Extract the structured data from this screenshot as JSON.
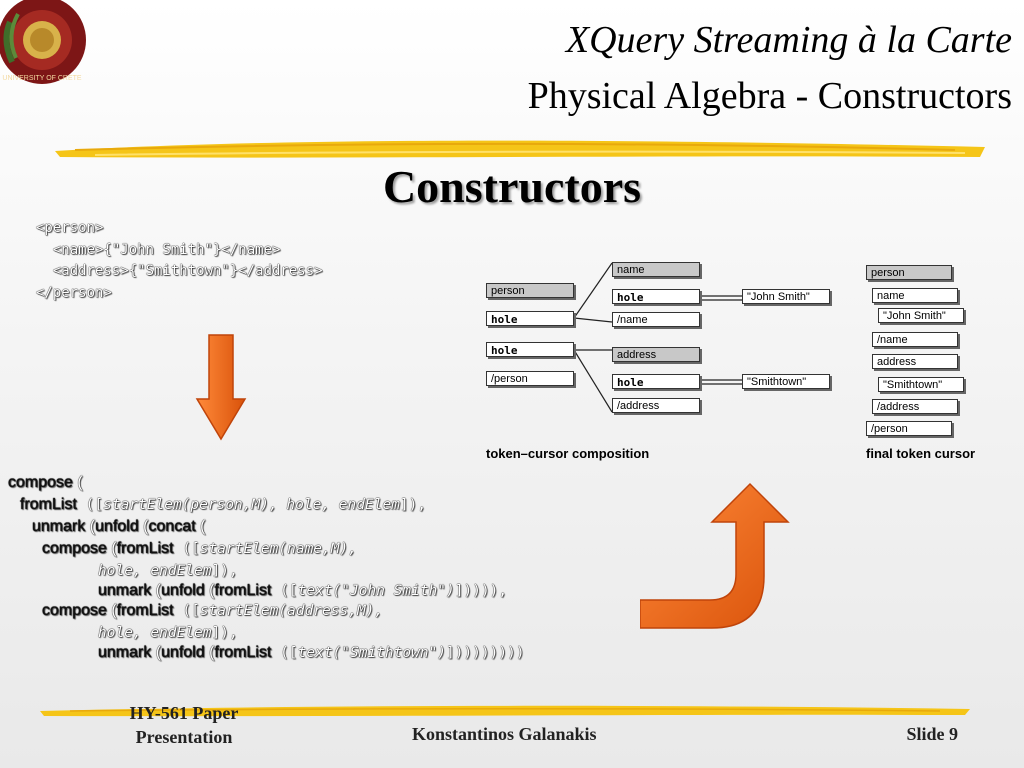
{
  "header": {
    "title_line1": "XQuery Streaming à la Carte",
    "title_line2": "Physical Algebra - Constructors",
    "logo_text": "UNIVERSITY OF CRETE"
  },
  "slide": {
    "heading": "Constructors"
  },
  "xml_code": {
    "lines": [
      "<person>",
      "  <name>{\"John Smith\"}</name>",
      "  <address>{\"Smithtown\"}</address>",
      "</person>"
    ]
  },
  "expression": {
    "l1_a": "compose",
    "l1_b": " (",
    "l2_a": "fromList",
    "l2_b": " ([",
    "l2_c": "startElem(person,M), hole, endElem",
    "l2_d": "]),",
    "l3_a": "unmark",
    "l3_b": " (",
    "l3_c": "unfold",
    "l3_d": " (",
    "l3_e": "concat",
    "l3_f": " (",
    "l4_a": "compose",
    "l4_b": " (",
    "l4_c": "fromList",
    "l4_d": " ([",
    "l4_e": "startElem(name,M),",
    "l5_a": "hole, endElem",
    "l5_b": "]),",
    "l6_a": "unmark",
    "l6_b": " (",
    "l6_c": "unfold",
    "l6_d": " (",
    "l6_e": "fromList",
    "l6_f": " ([",
    "l6_g": "text(\"John Smith\")",
    "l6_h": "])))),",
    "l7_a": "compose",
    "l7_b": " (",
    "l7_c": "fromList",
    "l7_d": " ([",
    "l7_e": "startElem(address,M),",
    "l8_a": "hole, endElem",
    "l8_b": "]),",
    "l9_a": "unmark",
    "l9_b": " (",
    "l9_c": "unfold",
    "l9_d": " (",
    "l9_e": "fromList",
    "l9_f": " ([",
    "l9_g": "text(\"Smithtown\")",
    "l9_h": "]))))))))"
  },
  "diagram_left": {
    "caption": "token–cursor composition",
    "tokens": {
      "person": "person",
      "hole1": "hole",
      "hole2": "hole",
      "end_person": "/person",
      "name": "name",
      "hole_name": "hole",
      "end_name": "/name",
      "john": "\"John Smith\"",
      "address": "address",
      "hole_address": "hole",
      "end_address": "/address",
      "smithtown": "\"Smithtown\""
    }
  },
  "diagram_right": {
    "caption": "final token cursor",
    "tokens": [
      "person",
      "name",
      "\"John Smith\"",
      "/name",
      "address",
      "\"Smithtown\"",
      "/address",
      "/person"
    ]
  },
  "footer": {
    "left_line1": "HY-561 Paper",
    "left_line2": "Presentation",
    "center": "Konstantinos Galanakis",
    "right": "Slide 9"
  },
  "colors": {
    "accent_yellow": "#f5c518",
    "arrow_orange": "#f06a10",
    "logo_red": "#8b1a1a"
  }
}
